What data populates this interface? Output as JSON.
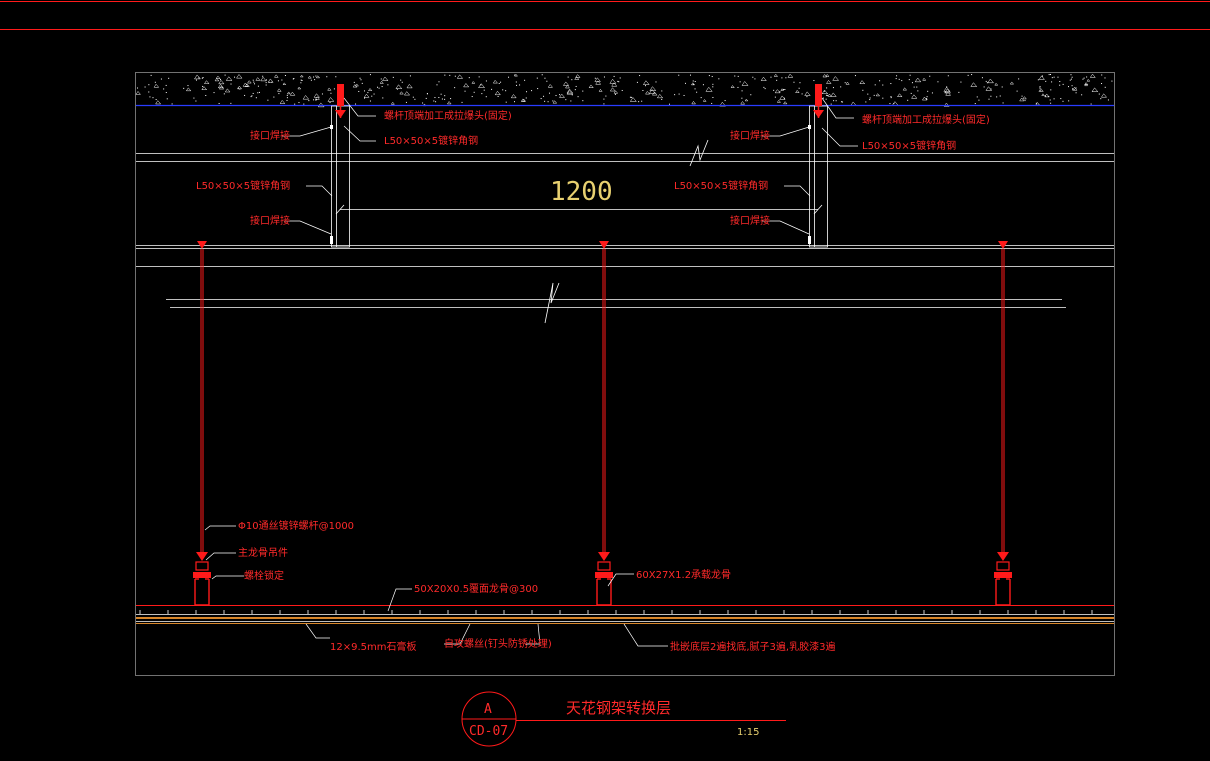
{
  "drawing": {
    "dimension": "1200",
    "labels": {
      "bolt_top_left": "螺杆顶端加工成拉爆头(固定)",
      "bolt_top_right": "螺杆顶端加工成拉爆头(固定)",
      "angle_top_left": "L50×50×5镀锌角钢",
      "angle_top_right": "L50×50×5镀锌角钢",
      "weld_left_upper": "接口焊接",
      "weld_right_upper": "接口焊接",
      "angle_mid_left": "L50×50×5镀锌角钢",
      "angle_mid_right": "L50×50×5镀锌角钢",
      "weld_left_lower": "接口焊接",
      "weld_right_lower": "接口焊接",
      "rod": "Φ10通丝镀锌螺杆@1000",
      "hanger": "主龙骨吊件",
      "nut": "螺栓锁定",
      "main_keel": "60X27X1.2承载龙骨",
      "cover_keel": "50X20X0.5覆面龙骨@300",
      "board": "12×9.5mm石膏板",
      "screw": "自攻螺丝(钉头防锈处理)",
      "finish": "批嵌底层2遍找底,腻子3遍,乳胶漆3遍"
    },
    "title_block": {
      "mark": "A",
      "sheet": "CD-07",
      "title": "天花钢架转换层",
      "scale": "1:15"
    }
  },
  "colors": {
    "background": "#000000",
    "red": "#ff1a1a",
    "white": "#ffffff",
    "blue": "#2a3cff",
    "yellow": "#e8d070",
    "orange": "#d8862a"
  }
}
